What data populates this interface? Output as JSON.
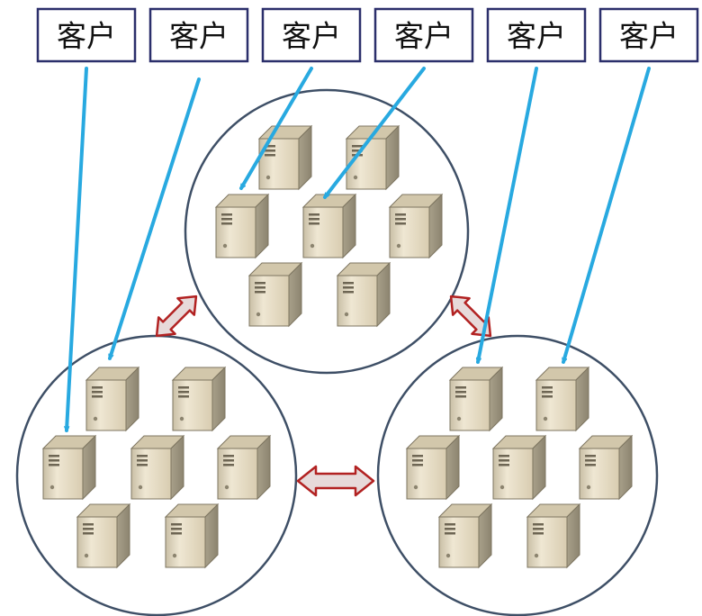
{
  "clients": [
    {
      "label": "客户"
    },
    {
      "label": "客户"
    },
    {
      "label": "客户"
    },
    {
      "label": "客户"
    },
    {
      "label": "客户"
    },
    {
      "label": "客户"
    }
  ],
  "clusters": [
    {
      "name": "top",
      "server_count": 7
    },
    {
      "name": "bottom-left",
      "server_count": 7
    },
    {
      "name": "bottom-right",
      "server_count": 7
    }
  ],
  "connections": [
    {
      "client": 0,
      "cluster": "bottom-left"
    },
    {
      "client": 1,
      "cluster": "bottom-left"
    },
    {
      "client": 2,
      "cluster": "top"
    },
    {
      "client": 3,
      "cluster": "top"
    },
    {
      "client": 4,
      "cluster": "bottom-right"
    },
    {
      "client": 5,
      "cluster": "bottom-right"
    }
  ],
  "colors": {
    "request_line": "#28a9e0",
    "box_border": "#2b2f6b",
    "sync_arrow_fill": "#e7dada",
    "sync_arrow_border": "#b22222",
    "server_body": "#e6dcc5"
  },
  "icons": {
    "server": "server-icon",
    "sync_arrow": "double-arrow-icon"
  }
}
